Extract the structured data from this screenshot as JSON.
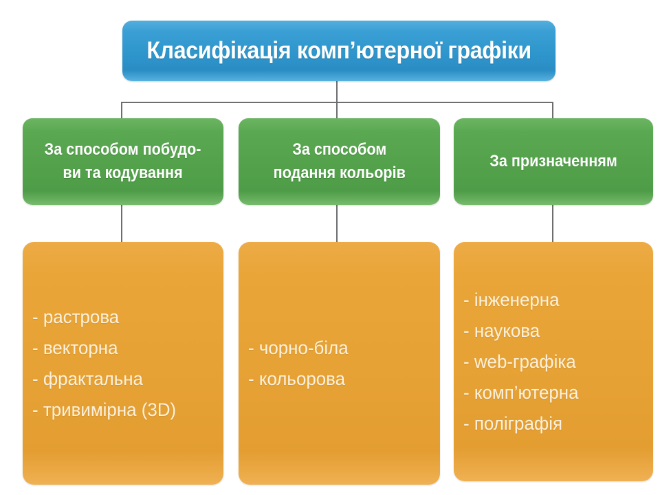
{
  "diagram": {
    "title": "Класифікація комп’ютерної графіки",
    "colors": {
      "title_box": "#2e96cc",
      "category_box": "#53a24b",
      "items_box": "#e9a537",
      "connector_line": "#6d6e70",
      "title_text": "#ffffff",
      "category_text": "#ffffff",
      "item_text": "#fdf1dc",
      "background": "#ffffff"
    },
    "branches": [
      {
        "category": "За способом побудо-\nви та кодування",
        "category_lines": [
          "За способом побудо-",
          "ви та кодування"
        ],
        "items": [
          "- растрова",
          "- векторна",
          "- фрактальна",
          "- тривимірна (3D)"
        ]
      },
      {
        "category": "За способом\nподання кольорів",
        "category_lines": [
          "За способом",
          "подання кольорів"
        ],
        "items": [
          "- чорно-біла",
          "- кольорова"
        ]
      },
      {
        "category": "За призначенням",
        "category_lines": [
          "За призначенням"
        ],
        "items": [
          "- інженерна",
          "- наукова",
          "- web-графіка",
          "- комп’ютерна",
          "- поліграфія"
        ]
      }
    ]
  }
}
